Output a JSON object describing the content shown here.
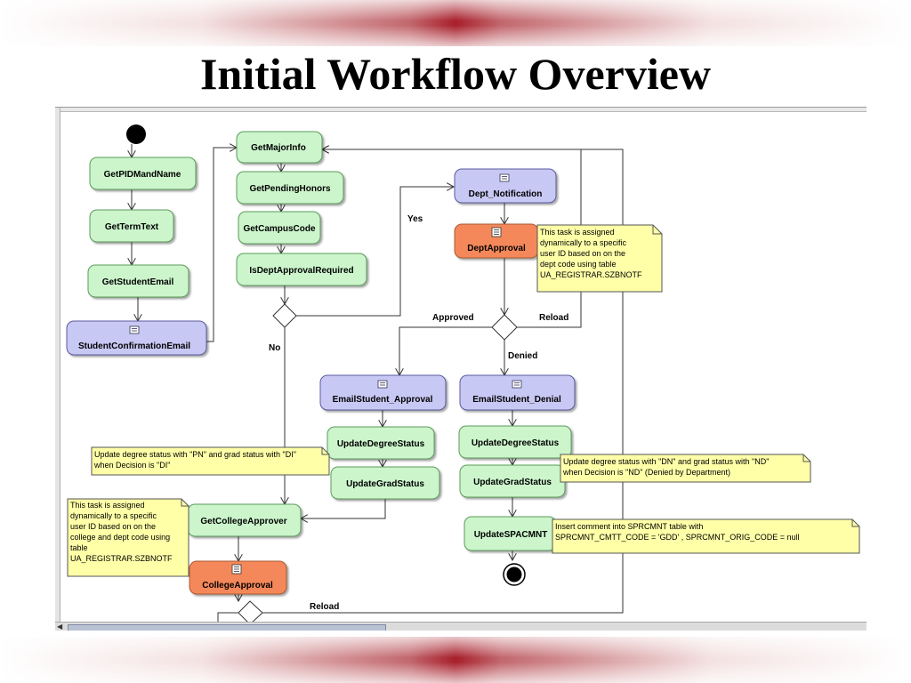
{
  "slide": {
    "title": "Initial Workflow Overview"
  },
  "nodes": {
    "get_pidm": "GetPIDMandName",
    "get_term": "GetTermText",
    "get_email": "GetStudentEmail",
    "student_conf_email": "StudentConfirmationEmail",
    "get_major": "GetMajorInfo",
    "get_pending": "GetPendingHonors",
    "get_campus": "GetCampusCode",
    "is_dept_req": "IsDeptApprovalRequired",
    "dept_notification": "Dept_Notification",
    "dept_approval": "DeptApproval",
    "email_approval": "EmailStudent_Approval",
    "email_denial": "EmailStudent_Denial",
    "update_degree_a": "UpdateDegreeStatus",
    "update_grad_a": "UpdateGradStatus",
    "update_degree_d": "UpdateDegreeStatus",
    "update_grad_d": "UpdateGradStatus",
    "update_spacmnt": "UpdateSPACMNT",
    "get_college": "GetCollegeApprover",
    "college_approval": "CollegeApproval"
  },
  "edge_labels": {
    "yes": "Yes",
    "no": "No",
    "approved": "Approved",
    "reload_top": "Reload",
    "denied": "Denied",
    "reload_bottom": "Reload"
  },
  "notes": {
    "dept_task": [
      "This task is assigned",
      "dynamically to a specific",
      "user ID based on on the",
      "dept code using table",
      "UA_REGISTRAR.SZBNOTF"
    ],
    "degree_pn": [
      "Update degree status with \"PN\" and grad status with \"DI\"",
      "when Decision is \"DI\""
    ],
    "degree_dn": [
      "Update degree status with \"DN\" and grad status with \"ND\"",
      "when Decision is \"ND\" (Denied by Department)"
    ],
    "college_task": [
      "This task is assigned",
      "dynamically to a specific",
      "user ID based on on the",
      "college and dept code using",
      "table",
      "UA_REGISTRAR.SZBNOTF"
    ],
    "sprcmnt": [
      "Insert comment into SPRCMNT table with",
      "SPRCMNT_CMTT_CODE = 'GDD' , SPRCMNT_ORIG_CODE = null"
    ]
  },
  "colors": {
    "task_fill": "#ccf5cc",
    "email_fill": "#c8c8f4",
    "approval_fill": "#f5885a",
    "note_fill": "#ffffa8"
  }
}
